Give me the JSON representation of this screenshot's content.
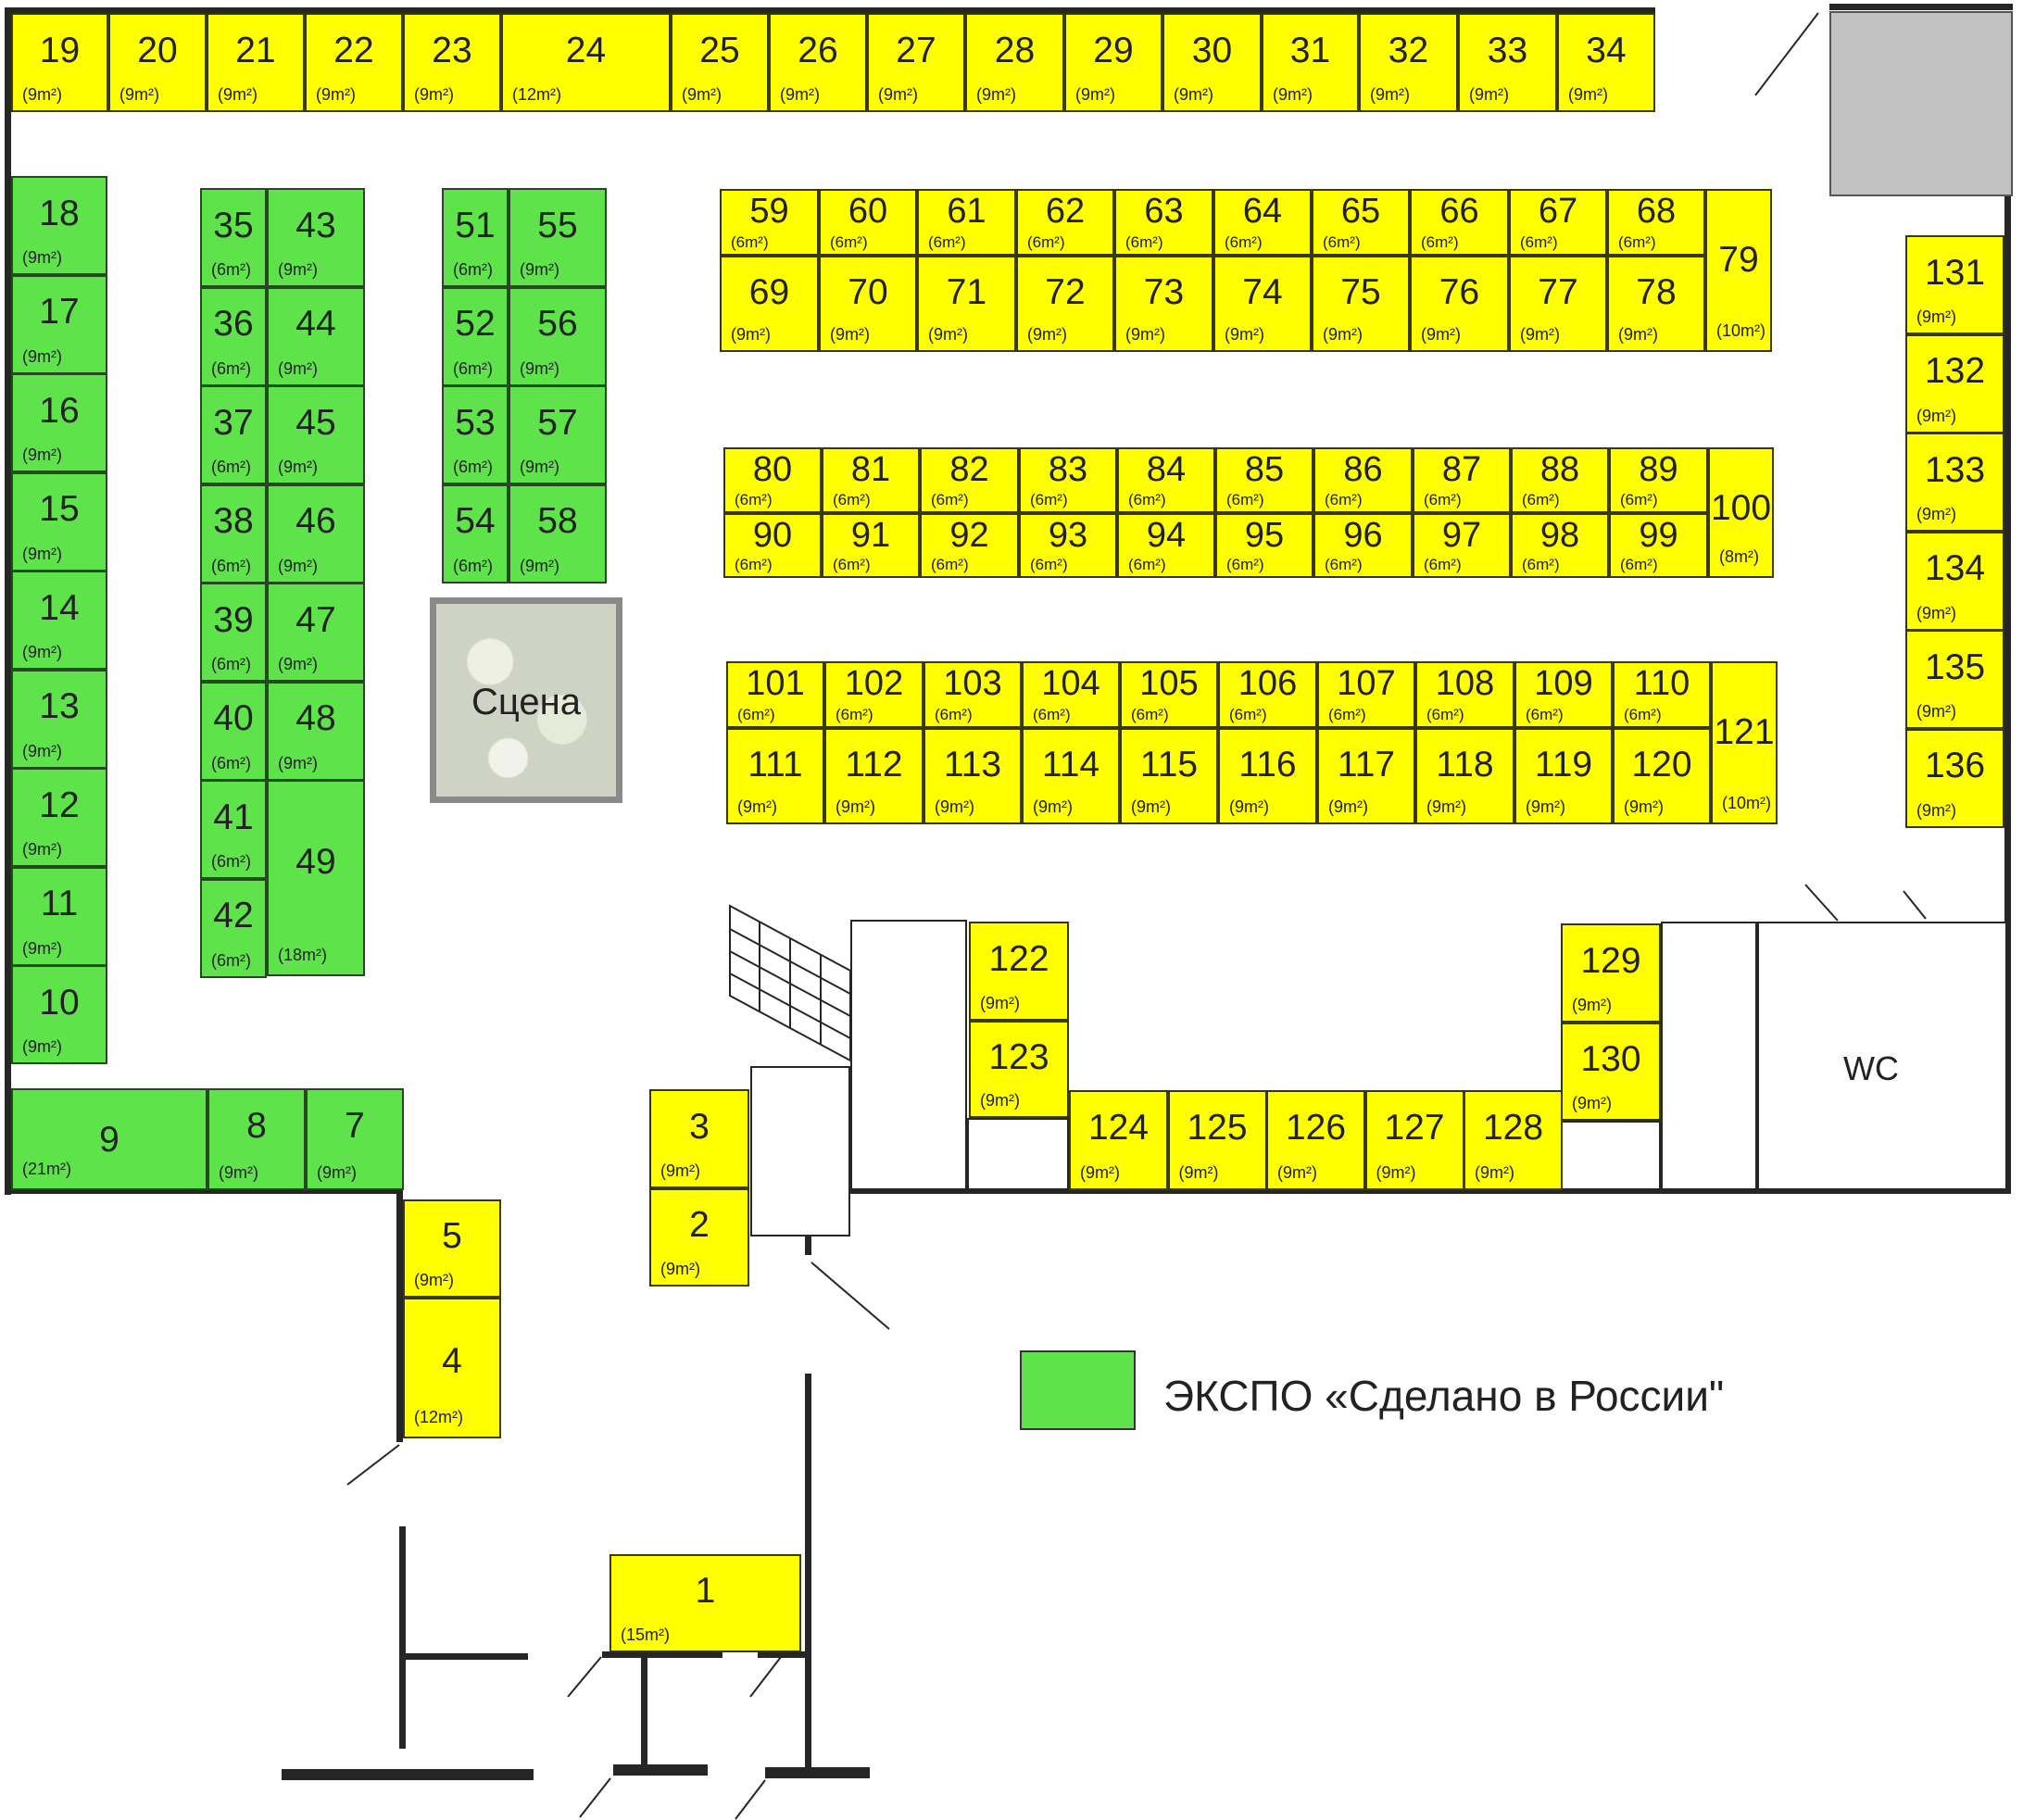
{
  "stage_label": "Сцена",
  "wc_label": "WC",
  "legend": {
    "label": "ЭКСПО «Сделано в России\"",
    "color": "#5ee34a"
  },
  "colors": {
    "regular_booth": "#ffff00",
    "expo_booth": "#5ee34a"
  },
  "booths": [
    {
      "n": "19",
      "a": "(9m²)"
    },
    {
      "n": "20",
      "a": "(9m²)"
    },
    {
      "n": "21",
      "a": "(9m²)"
    },
    {
      "n": "22",
      "a": "(9m²)"
    },
    {
      "n": "23",
      "a": "(9m²)"
    },
    {
      "n": "24",
      "a": "(12m²)"
    },
    {
      "n": "25",
      "a": "(9m²)"
    },
    {
      "n": "26",
      "a": "(9m²)"
    },
    {
      "n": "27",
      "a": "(9m²)"
    },
    {
      "n": "28",
      "a": "(9m²)"
    },
    {
      "n": "29",
      "a": "(9m²)"
    },
    {
      "n": "30",
      "a": "(9m²)"
    },
    {
      "n": "31",
      "a": "(9m²)"
    },
    {
      "n": "32",
      "a": "(9m²)"
    },
    {
      "n": "33",
      "a": "(9m²)"
    },
    {
      "n": "34",
      "a": "(9m²)"
    },
    {
      "n": "18",
      "a": "(9m²)"
    },
    {
      "n": "17",
      "a": "(9m²)"
    },
    {
      "n": "16",
      "a": "(9m²)"
    },
    {
      "n": "15",
      "a": "(9m²)"
    },
    {
      "n": "14",
      "a": "(9m²)"
    },
    {
      "n": "13",
      "a": "(9m²)"
    },
    {
      "n": "12",
      "a": "(9m²)"
    },
    {
      "n": "11",
      "a": "(9m²)"
    },
    {
      "n": "10",
      "a": "(9m²)"
    },
    {
      "n": "9",
      "a": "(21m²)"
    },
    {
      "n": "8",
      "a": "(9m²)"
    },
    {
      "n": "7",
      "a": "(9m²)"
    },
    {
      "n": "35",
      "a": "(6m²)"
    },
    {
      "n": "36",
      "a": "(6m²)"
    },
    {
      "n": "37",
      "a": "(6m²)"
    },
    {
      "n": "38",
      "a": "(6m²)"
    },
    {
      "n": "39",
      "a": "(6m²)"
    },
    {
      "n": "40",
      "a": "(6m²)"
    },
    {
      "n": "41",
      "a": "(6m²)"
    },
    {
      "n": "42",
      "a": "(6m²)"
    },
    {
      "n": "43",
      "a": "(9m²)"
    },
    {
      "n": "44",
      "a": "(9m²)"
    },
    {
      "n": "45",
      "a": "(9m²)"
    },
    {
      "n": "46",
      "a": "(9m²)"
    },
    {
      "n": "47",
      "a": "(9m²)"
    },
    {
      "n": "48",
      "a": "(9m²)"
    },
    {
      "n": "49",
      "a": "(18m²)"
    },
    {
      "n": "51",
      "a": "(6m²)"
    },
    {
      "n": "52",
      "a": "(6m²)"
    },
    {
      "n": "53",
      "a": "(6m²)"
    },
    {
      "n": "54",
      "a": "(6m²)"
    },
    {
      "n": "55",
      "a": "(9m²)"
    },
    {
      "n": "56",
      "a": "(9m²)"
    },
    {
      "n": "57",
      "a": "(9m²)"
    },
    {
      "n": "58",
      "a": "(9m²)"
    },
    {
      "n": "59",
      "a": "(6m²)"
    },
    {
      "n": "60",
      "a": "(6m²)"
    },
    {
      "n": "61",
      "a": "(6m²)"
    },
    {
      "n": "62",
      "a": "(6m²)"
    },
    {
      "n": "63",
      "a": "(6m²)"
    },
    {
      "n": "64",
      "a": "(6m²)"
    },
    {
      "n": "65",
      "a": "(6m²)"
    },
    {
      "n": "66",
      "a": "(6m²)"
    },
    {
      "n": "67",
      "a": "(6m²)"
    },
    {
      "n": "68",
      "a": "(6m²)"
    },
    {
      "n": "69",
      "a": "(9m²)"
    },
    {
      "n": "70",
      "a": "(9m²)"
    },
    {
      "n": "71",
      "a": "(9m²)"
    },
    {
      "n": "72",
      "a": "(9m²)"
    },
    {
      "n": "73",
      "a": "(9m²)"
    },
    {
      "n": "74",
      "a": "(9m²)"
    },
    {
      "n": "75",
      "a": "(9m²)"
    },
    {
      "n": "76",
      "a": "(9m²)"
    },
    {
      "n": "77",
      "a": "(9m²)"
    },
    {
      "n": "78",
      "a": "(9m²)"
    },
    {
      "n": "79",
      "a": "(10m²)"
    },
    {
      "n": "80",
      "a": "(6m²)"
    },
    {
      "n": "81",
      "a": "(6m²)"
    },
    {
      "n": "82",
      "a": "(6m²)"
    },
    {
      "n": "83",
      "a": "(6m²)"
    },
    {
      "n": "84",
      "a": "(6m²)"
    },
    {
      "n": "85",
      "a": "(6m²)"
    },
    {
      "n": "86",
      "a": "(6m²)"
    },
    {
      "n": "87",
      "a": "(6m²)"
    },
    {
      "n": "88",
      "a": "(6m²)"
    },
    {
      "n": "89",
      "a": "(6m²)"
    },
    {
      "n": "90",
      "a": "(6m²)"
    },
    {
      "n": "91",
      "a": "(6m²)"
    },
    {
      "n": "92",
      "a": "(6m²)"
    },
    {
      "n": "93",
      "a": "(6m²)"
    },
    {
      "n": "94",
      "a": "(6m²)"
    },
    {
      "n": "95",
      "a": "(6m²)"
    },
    {
      "n": "96",
      "a": "(6m²)"
    },
    {
      "n": "97",
      "a": "(6m²)"
    },
    {
      "n": "98",
      "a": "(6m²)"
    },
    {
      "n": "99",
      "a": "(6m²)"
    },
    {
      "n": "100",
      "a": "(8m²)"
    },
    {
      "n": "101",
      "a": "(6m²)"
    },
    {
      "n": "102",
      "a": "(6m²)"
    },
    {
      "n": "103",
      "a": "(6m²)"
    },
    {
      "n": "104",
      "a": "(6m²)"
    },
    {
      "n": "105",
      "a": "(6m²)"
    },
    {
      "n": "106",
      "a": "(6m²)"
    },
    {
      "n": "107",
      "a": "(6m²)"
    },
    {
      "n": "108",
      "a": "(6m²)"
    },
    {
      "n": "109",
      "a": "(6m²)"
    },
    {
      "n": "110",
      "a": "(6m²)"
    },
    {
      "n": "111",
      "a": "(9m²)"
    },
    {
      "n": "112",
      "a": "(9m²)"
    },
    {
      "n": "113",
      "a": "(9m²)"
    },
    {
      "n": "114",
      "a": "(9m²)"
    },
    {
      "n": "115",
      "a": "(9m²)"
    },
    {
      "n": "116",
      "a": "(9m²)"
    },
    {
      "n": "117",
      "a": "(9m²)"
    },
    {
      "n": "118",
      "a": "(9m²)"
    },
    {
      "n": "119",
      "a": "(9m²)"
    },
    {
      "n": "120",
      "a": "(9m²)"
    },
    {
      "n": "121",
      "a": "(10m²)"
    },
    {
      "n": "131",
      "a": "(9m²)"
    },
    {
      "n": "132",
      "a": "(9m²)"
    },
    {
      "n": "133",
      "a": "(9m²)"
    },
    {
      "n": "134",
      "a": "(9m²)"
    },
    {
      "n": "135",
      "a": "(9m²)"
    },
    {
      "n": "136",
      "a": "(9m²)"
    },
    {
      "n": "122",
      "a": "(9m²)"
    },
    {
      "n": "123",
      "a": "(9m²)"
    },
    {
      "n": "124",
      "a": "(9m²)"
    },
    {
      "n": "125",
      "a": "(9m²)"
    },
    {
      "n": "126",
      "a": "(9m²)"
    },
    {
      "n": "127",
      "a": "(9m²)"
    },
    {
      "n": "128",
      "a": "(9m²)"
    },
    {
      "n": "129",
      "a": "(9m²)"
    },
    {
      "n": "130",
      "a": "(9m²)"
    },
    {
      "n": "3",
      "a": "(9m²)"
    },
    {
      "n": "2",
      "a": "(9m²)"
    },
    {
      "n": "5",
      "a": "(9m²)"
    },
    {
      "n": "4",
      "a": "(12m²)"
    },
    {
      "n": "1",
      "a": "(15m²)"
    }
  ]
}
